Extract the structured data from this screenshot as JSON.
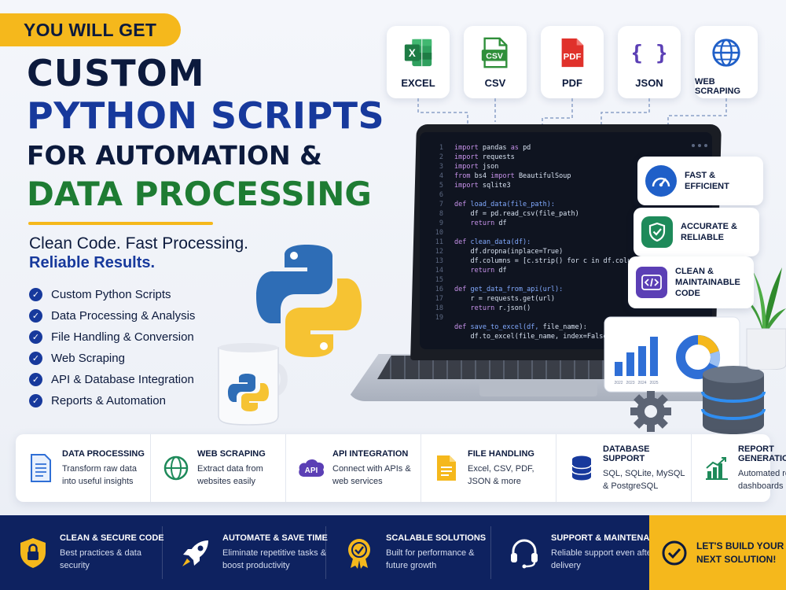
{
  "header": {
    "tag": "YOU WILL GET",
    "title_line1": "CUSTOM",
    "title_line2": "PYTHON SCRIPTS",
    "title_line3": "FOR AUTOMATION &",
    "title_line4": "DATA PROCESSING",
    "subtitle_line1": "Clean Code. Fast Processing.",
    "subtitle_line2": "Reliable Results.",
    "features": [
      "Custom Python Scripts",
      "Data Processing & Analysis",
      "File Handling & Conversion",
      "Web Scraping",
      "API & Database Integration",
      "Reports & Automation"
    ]
  },
  "formats": [
    {
      "label": "EXCEL",
      "icon": "excel-icon",
      "color": "#1e7c45"
    },
    {
      "label": "CSV",
      "icon": "csv-icon",
      "color": "#2f8f3a"
    },
    {
      "label": "PDF",
      "icon": "pdf-icon",
      "color": "#e0312b"
    },
    {
      "label": "JSON",
      "icon": "json-icon",
      "color": "#5b3fb5"
    },
    {
      "label": "WEB SCRAPING",
      "icon": "globe-icon",
      "color": "#1f5fc8"
    }
  ],
  "code": {
    "line_numbers": [
      "1",
      "2",
      "3",
      "4",
      "5",
      "6",
      "7",
      "8",
      "9",
      "10",
      "11",
      "12",
      "13",
      "14",
      "15",
      "16",
      "17",
      "18",
      "19"
    ],
    "lines": [
      "import pandas as pd",
      "import requests",
      "import json",
      "from bs4 import BeautifulSoup",
      "import sqlite3",
      "",
      "def load_data(file_path):",
      "    df = pd.read_csv(file_path)",
      "    return df",
      "",
      "def clean_data(df):",
      "    df.dropna(inplace=True)",
      "    df.columns = [c.strip() for c in df.columns]",
      "    return df",
      "",
      "def get_data_from_api(url):",
      "    r = requests.get(url)",
      "    return r.json()",
      "",
      "def save_to_excel(df, file_name):",
      "    df.to_excel(file_name, index=False)"
    ]
  },
  "benefits": [
    {
      "line1": "FAST &",
      "line2": "EFFICIENT",
      "line3": "",
      "icon": "speedometer-icon",
      "color": "#1f5fc8"
    },
    {
      "line1": "ACCURATE &",
      "line2": "RELIABLE",
      "line3": "",
      "icon": "shield-check-icon",
      "color": "#1e8a5a"
    },
    {
      "line1": "CLEAN &",
      "line2": "MAINTAINABLE",
      "line3": "CODE",
      "icon": "code-icon",
      "color": "#5b3fb5"
    }
  ],
  "strip": [
    {
      "title": "DATA PROCESSING",
      "desc": "Transform raw data into useful insights",
      "icon": "document-icon"
    },
    {
      "title": "WEB SCRAPING",
      "desc": "Extract data from websites easily",
      "icon": "globe-icon"
    },
    {
      "title": "API INTEGRATION",
      "desc": "Connect with APIs & web services",
      "icon": "api-icon",
      "icon_text": "API"
    },
    {
      "title": "FILE HANDLING",
      "desc": "Excel, CSV, PDF, JSON & more",
      "icon": "file-icon"
    },
    {
      "title": "DATABASE SUPPORT",
      "desc": "SQL, SQLite, MySQL & PostgreSQL",
      "icon": "database-icon"
    },
    {
      "title": "REPORT GENERATION",
      "desc": "Automated reports & dashboards",
      "icon": "bar-chart-icon"
    }
  ],
  "bottom": [
    {
      "title": "CLEAN & SECURE CODE",
      "desc": "Best practices & data security",
      "icon": "shield-icon"
    },
    {
      "title": "AUTOMATE & SAVE TIME",
      "desc": "Eliminate repetitive tasks & boost productivity",
      "icon": "rocket-icon"
    },
    {
      "title": "SCALABLE SOLUTIONS",
      "desc": "Built for performance & future growth",
      "icon": "medal-icon"
    },
    {
      "title": "SUPPORT & MAINTENANCE",
      "desc": "Reliable support even after delivery",
      "icon": "headset-icon"
    }
  ],
  "cta": {
    "line1": "LET'S BUILD YOUR",
    "line2": "NEXT SOLUTION!",
    "icon": "check-circle-icon"
  },
  "mini_chart": {
    "axis_labels": [
      "2022",
      "2023",
      "2024",
      "2025"
    ]
  },
  "colors": {
    "accent": "#f5b81c",
    "navy": "#0e2260",
    "blue": "#17399c",
    "green": "#1e7c33"
  }
}
